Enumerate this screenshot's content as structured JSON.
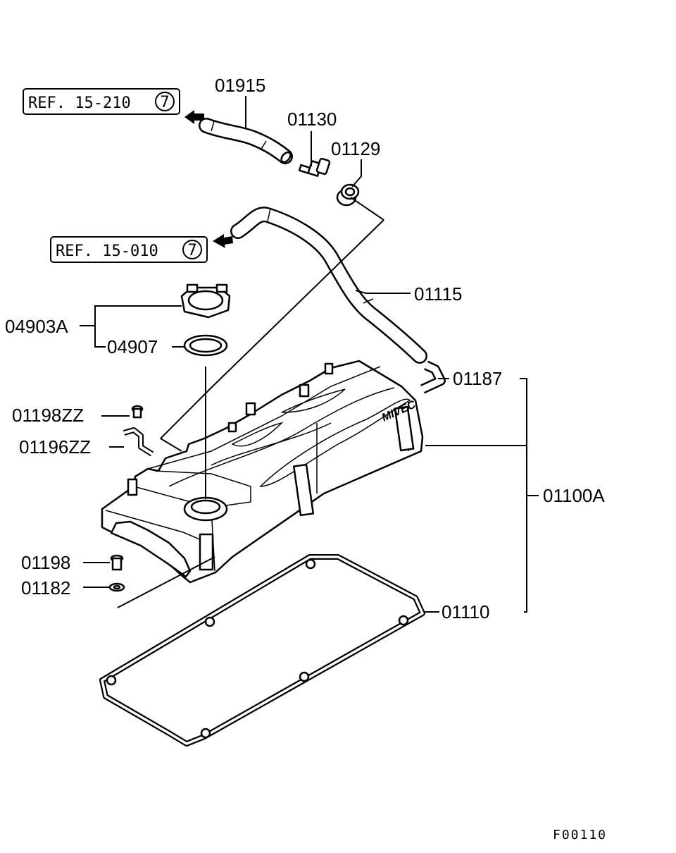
{
  "references": [
    {
      "text": "REF. 15-210",
      "circle": "7"
    },
    {
      "text": "REF. 15-010",
      "circle": "7"
    }
  ],
  "parts": {
    "p01915": "01915",
    "p01130": "01130",
    "p01129": "01129",
    "p01115": "01115",
    "p04903A": "04903A",
    "p04907": "04907",
    "p01187": "01187",
    "p01198ZZ": "01198ZZ",
    "p01196ZZ": "01196ZZ",
    "p01100A": "01100A",
    "p01198": "01198",
    "p01182": "01182",
    "p01110": "01110"
  },
  "cover_logo": "MIVEC",
  "figure_code": "F00110"
}
